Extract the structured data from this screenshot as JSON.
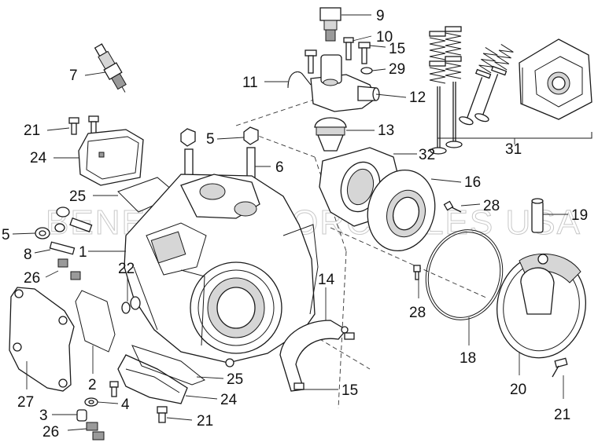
{
  "watermark": "BENELLI MOTORCYCLES USA",
  "callouts": {
    "c9": "9",
    "c10": "10",
    "c15a": "15",
    "c29": "29",
    "c7": "7",
    "c11": "11",
    "c12": "12",
    "c21a": "21",
    "c5a": "5",
    "c13": "13",
    "c24a": "24",
    "c6": "6",
    "c32": "32",
    "c31": "31",
    "c16": "16",
    "c25a": "25",
    "c28a": "28",
    "c19": "19",
    "c5b": "5",
    "c1": "1",
    "c8": "8",
    "c22": "22",
    "c26a": "26",
    "c14": "14",
    "c28b": "28",
    "c18": "18",
    "c2": "2",
    "c27": "27",
    "c25b": "25",
    "c15b": "15",
    "c20": "20",
    "c4": "4",
    "c24b": "24",
    "c3": "3",
    "c21b": "21",
    "c26b": "26",
    "c21c": "21"
  }
}
